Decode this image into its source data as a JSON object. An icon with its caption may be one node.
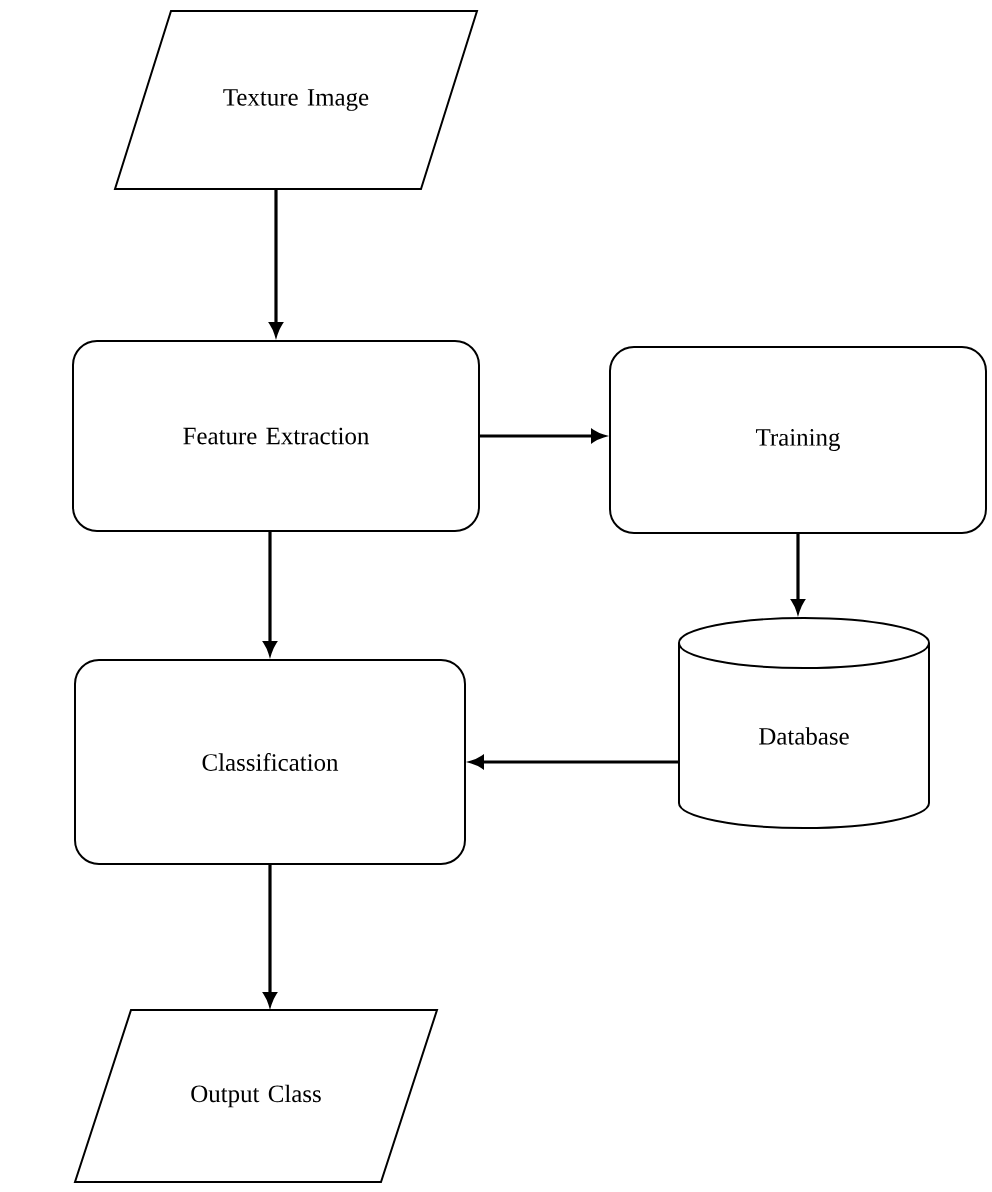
{
  "diagram": {
    "nodes": [
      {
        "text": [
          "Texture Image"
        ]
      },
      {
        "text": [
          "Feature Extraction"
        ]
      },
      {
        "text": [
          "Training"
        ]
      },
      {
        "text": [
          "Classification"
        ]
      },
      {
        "text": [
          "Database"
        ]
      },
      {
        "text": [
          "Output Class"
        ]
      }
    ],
    "edges": [
      {
        "from": 0,
        "to": 1,
        "arrow": "to"
      },
      {
        "from": 1,
        "to": 2,
        "arrow": "to"
      },
      {
        "from": 1,
        "to": 3,
        "arrow": "to"
      },
      {
        "from": 2,
        "to": 4,
        "arrow": "to"
      },
      {
        "from": 4,
        "to": 3,
        "arrow": "to"
      },
      {
        "from": 3,
        "to": 5,
        "arrow": "to"
      }
    ]
  }
}
